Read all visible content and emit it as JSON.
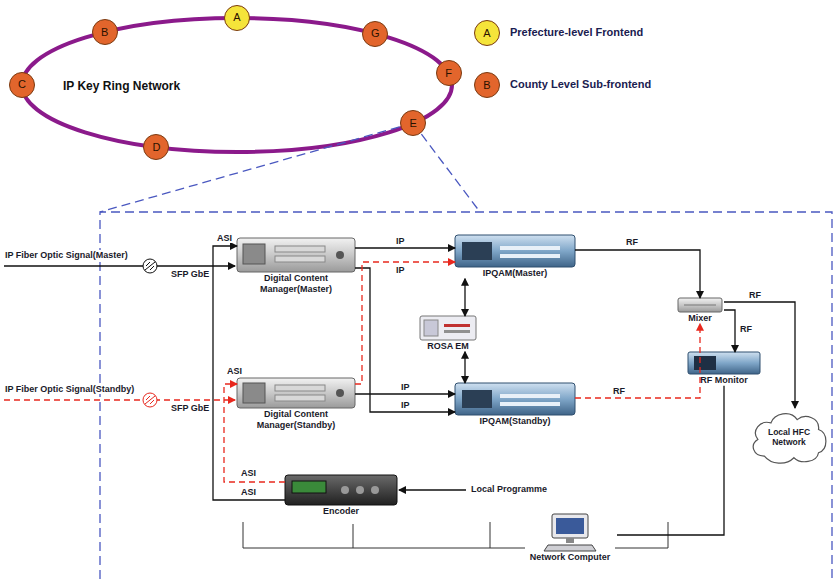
{
  "diagram": {
    "nodes": [
      {
        "text": [
          "A"
        ]
      },
      {
        "text": [
          "B"
        ]
      },
      {
        "text": [
          "C"
        ]
      },
      {
        "text": [
          "D"
        ]
      },
      {
        "text": [
          "E"
        ]
      },
      {
        "text": [
          "F"
        ]
      },
      {
        "text": [
          "G"
        ]
      },
      {
        "text": [
          "Digital Content Manager(Master)"
        ]
      },
      {
        "text": [
          "IPQAM(Master)"
        ]
      },
      {
        "text": [
          "ROSA EM"
        ]
      },
      {
        "text": [
          "Mixer"
        ]
      },
      {
        "text": [
          "RF Monitor"
        ]
      },
      {
        "text": [
          "Digital Content Manager(Standby)"
        ]
      },
      {
        "text": [
          "IPQAM(Standby)"
        ]
      },
      {
        "text": [
          "Encoder"
        ]
      },
      {
        "text": [
          "Local HFC Network"
        ]
      },
      {
        "text": [
          "Network Computer"
        ]
      }
    ],
    "edges": [
      {
        "from": 7,
        "to": 8,
        "label": "IP",
        "arrow": "to"
      },
      {
        "from": 7,
        "to": 13,
        "label": "IP",
        "arrow": "to"
      },
      {
        "from": 12,
        "to": 8,
        "label": "IP",
        "arrow": "to"
      },
      {
        "from": 12,
        "to": 13,
        "label": "IP",
        "arrow": "to"
      },
      {
        "from": 9,
        "to": 8,
        "arrow": "both"
      },
      {
        "from": 9,
        "to": 13,
        "arrow": "both"
      },
      {
        "from": 8,
        "to": 10,
        "label": "RF",
        "arrow": "to"
      },
      {
        "from": 13,
        "to": 10,
        "label": "RF",
        "arrow": "to"
      },
      {
        "from": 10,
        "to": 15,
        "label": "RF",
        "arrow": "to"
      },
      {
        "from": 10,
        "to": 11,
        "label": "RF",
        "arrow": "to"
      },
      {
        "from": 16,
        "to": 11,
        "arrow": "none"
      },
      {
        "from": 14,
        "to": 7,
        "label": "ASI",
        "arrow": "to"
      },
      {
        "from": 14,
        "to": 12,
        "label": "ASI",
        "arrow": "to"
      }
    ],
    "labels": [
      "IP Key Ring Network",
      "A",
      "B",
      "IP Fiber Optic Signal(Master)",
      "SFP GbE",
      "IP Fiber Optic Signal(Standby)",
      "SFP GbE",
      "ASI",
      "ASI",
      "Local Programme"
    ],
    "legend": [
      {
        "text": "Prefecture-level Frontend",
        "color": "#f5e43a"
      },
      {
        "text": "County Level Sub-frontend",
        "color": "#e2652c"
      }
    ]
  }
}
